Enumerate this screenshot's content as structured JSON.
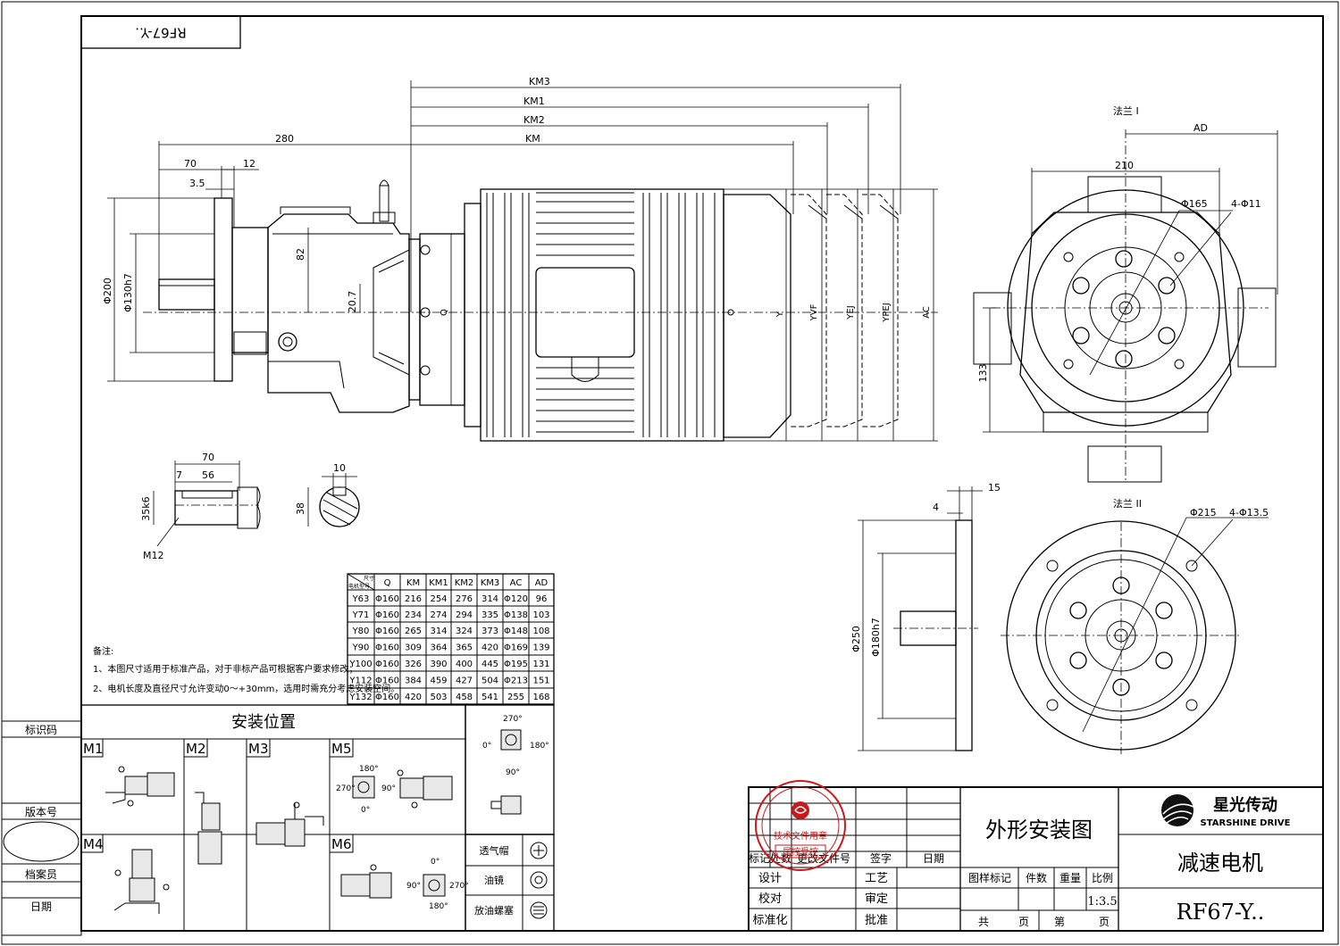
{
  "title_block": {
    "model_top": "RF67-Y..",
    "drawing_name": "外形安装图",
    "product": "减速电机",
    "model": "RF67-Y..",
    "scale": "1:3.5",
    "brand_cn": "星光传动",
    "brand_en": "STARSHINE DRIVE",
    "stamp_top": "技术文件用章",
    "stamp_bottom": "属控受控",
    "rev_headers": [
      "标记",
      "处数",
      "更改文件号",
      "签字",
      "日期"
    ],
    "sign_rows": [
      {
        "left": "设计",
        "right": "工艺"
      },
      {
        "left": "校对",
        "right": "审定"
      },
      {
        "left": "标准化",
        "right": "批准"
      }
    ],
    "attr_headers": [
      "图样标记",
      "件数",
      "重量",
      "比例"
    ],
    "page_labels": [
      "共",
      "页",
      "第",
      "页"
    ],
    "left_labels": [
      "标识码",
      "版本号",
      "档案员",
      "日期"
    ]
  },
  "dimensions": {
    "km3": "KM3",
    "km1": "KM1",
    "km2": "KM2",
    "km": "KM",
    "d280": "280",
    "d70": "70",
    "d12": "12",
    "d35": "3.5",
    "d82": "82",
    "d207": "20.7",
    "q": "Q",
    "phi200": "Φ200",
    "phi130": "Φ130h7",
    "y": "Y",
    "yvf": "YVF",
    "yej": "YEJ",
    "ypej": "YPEJ",
    "ac": "AC",
    "ad": "AD",
    "d210": "210",
    "phi165": "Φ165",
    "hole1": "4-Φ11",
    "d133": "133",
    "flange1": "法兰 I",
    "flange2": "法兰 II",
    "d15": "15",
    "d4": "4",
    "phi215": "Φ215",
    "hole2": "4-Φ13.5",
    "phi250": "Φ250",
    "phi180": "Φ180h7",
    "shaft_70": "70",
    "shaft_7": "7",
    "shaft_56": "56",
    "shaft_35k6": "35k6",
    "shaft_m12": "M12",
    "key_10": "10",
    "key_38": "38"
  },
  "table": {
    "corner_top": "尺寸",
    "corner_bottom": "电机型号",
    "headers": [
      "Q",
      "KM",
      "KM1",
      "KM2",
      "KM3",
      "AC",
      "AD"
    ],
    "rows": [
      [
        "Y63",
        "Φ160",
        "216",
        "254",
        "276",
        "314",
        "Φ120",
        "96"
      ],
      [
        "Y71",
        "Φ160",
        "234",
        "274",
        "294",
        "335",
        "Φ138",
        "103"
      ],
      [
        "Y80",
        "Φ160",
        "265",
        "314",
        "324",
        "373",
        "Φ148",
        "108"
      ],
      [
        "Y90",
        "Φ160",
        "309",
        "364",
        "365",
        "420",
        "Φ169",
        "139"
      ],
      [
        "Y100",
        "Φ160",
        "326",
        "390",
        "400",
        "445",
        "Φ195",
        "131"
      ],
      [
        "Y112",
        "Φ160",
        "384",
        "459",
        "427",
        "504",
        "Φ213",
        "151"
      ],
      [
        "Y132",
        "Φ160",
        "420",
        "503",
        "458",
        "541",
        "255",
        "168"
      ]
    ]
  },
  "notes": {
    "heading": "备注:",
    "lines": [
      "1、本图尺寸适用于标准产品，对于非标产品可根据客户要求修改；",
      "2、电机长度及直径尺寸允许变动0～+30mm，选用时需充分考虑安装空间。"
    ]
  },
  "mounting": {
    "title": "安装位置",
    "positions": [
      "M1",
      "M2",
      "M3",
      "M5",
      "M4",
      "M6"
    ],
    "angles_a": [
      "270°",
      "0°",
      "180°",
      "90°"
    ],
    "angles_m5": [
      "180°",
      "270°",
      "90°",
      "0°"
    ],
    "angles_m6": [
      "0°",
      "90°",
      "270°",
      "180°"
    ],
    "legend": [
      "透气帽",
      "油镜",
      "放油螺塞"
    ]
  }
}
